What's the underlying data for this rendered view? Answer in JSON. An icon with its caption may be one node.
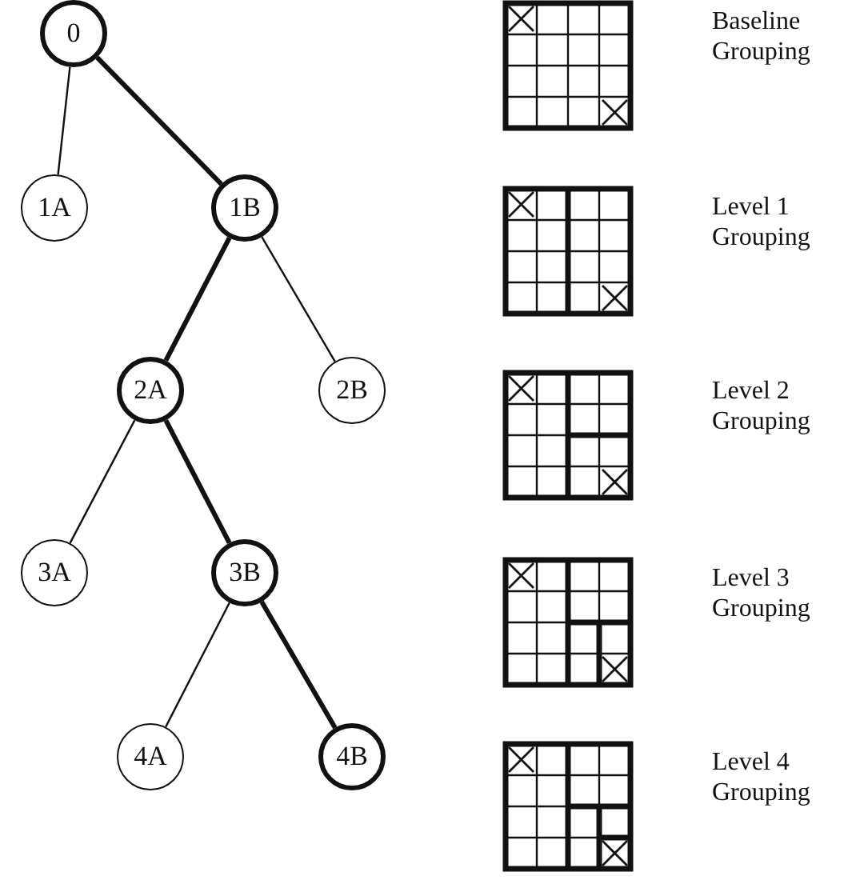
{
  "diagram": {
    "nodes": [
      {
        "text": [
          "0"
        ]
      },
      {
        "text": [
          "1A"
        ]
      },
      {
        "text": [
          "1B"
        ]
      },
      {
        "text": [
          "2A"
        ]
      },
      {
        "text": [
          "2B"
        ]
      },
      {
        "text": [
          "3A"
        ]
      },
      {
        "text": [
          "3B"
        ]
      },
      {
        "text": [
          "4A"
        ]
      },
      {
        "text": [
          "4B"
        ]
      }
    ],
    "edges": [
      {
        "from": 0,
        "to": 1,
        "arrow": "none"
      },
      {
        "from": 0,
        "to": 2,
        "arrow": "none",
        "style": "thick"
      },
      {
        "from": 2,
        "to": 3,
        "arrow": "none",
        "style": "thick"
      },
      {
        "from": 2,
        "to": 4,
        "arrow": "none"
      },
      {
        "from": 3,
        "to": 5,
        "arrow": "none"
      },
      {
        "from": 3,
        "to": 6,
        "arrow": "none",
        "style": "thick"
      },
      {
        "from": 6,
        "to": 7,
        "arrow": "none"
      },
      {
        "from": 6,
        "to": 8,
        "arrow": "none",
        "style": "thick"
      }
    ],
    "labels": [
      "Baseline Grouping",
      "Level 1 Grouping",
      "Level 2 Grouping",
      "Level 3 Grouping",
      "Level 4 Grouping"
    ]
  }
}
